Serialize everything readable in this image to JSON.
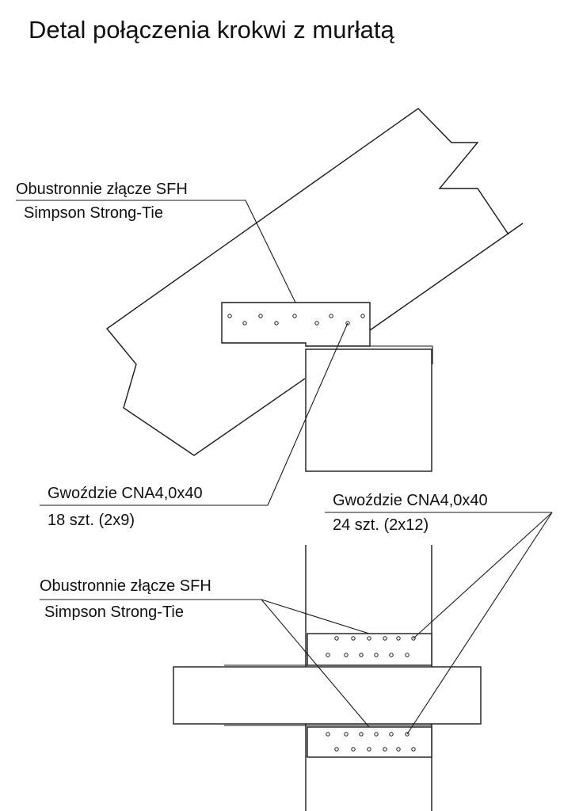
{
  "title": "Detal połączenia krokwi z murłatą",
  "labels": {
    "connector_top_line1": "Obustronnie złącze SFH",
    "connector_top_line2": "Simpson Strong-Tie",
    "nails_left_line1": "Gwoździe CNA4,0x40",
    "nails_left_line2": "18 szt. (2x9)",
    "nails_right_line1": "Gwoździe CNA4,0x40",
    "nails_right_line2": "24 szt. (2x12)",
    "connector_bottom_line1": "Obustronnie złącze SFH",
    "connector_bottom_line2": "Simpson Strong-Tie"
  }
}
